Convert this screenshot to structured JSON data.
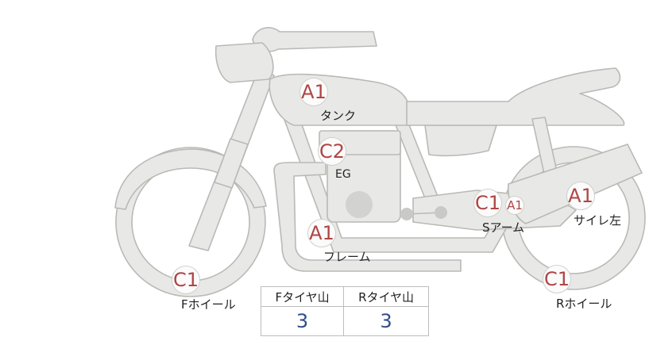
{
  "parts": [
    {
      "id": "tank",
      "grade": "A1",
      "label": "タンク"
    },
    {
      "id": "engine",
      "grade": "C2",
      "label": "EG"
    },
    {
      "id": "frame",
      "grade": "A1",
      "label": "フレーム"
    },
    {
      "id": "swingarm",
      "grade": "C1",
      "grade2": "A1",
      "label": "Sアーム"
    },
    {
      "id": "muffler-left",
      "grade": "A1",
      "label": "サイレ左"
    },
    {
      "id": "front-wheel",
      "grade": "C1",
      "label": "Fホイール"
    },
    {
      "id": "rear-wheel",
      "grade": "C1",
      "label": "Rホイール"
    }
  ],
  "tread_table": {
    "headers": [
      "Fタイヤ山",
      "Rタイヤ山"
    ],
    "values": [
      "3",
      "3"
    ]
  },
  "colors": {
    "grade": "#b04545",
    "tread_value": "#2f4f86",
    "part_fill": "#e8e8e6"
  }
}
